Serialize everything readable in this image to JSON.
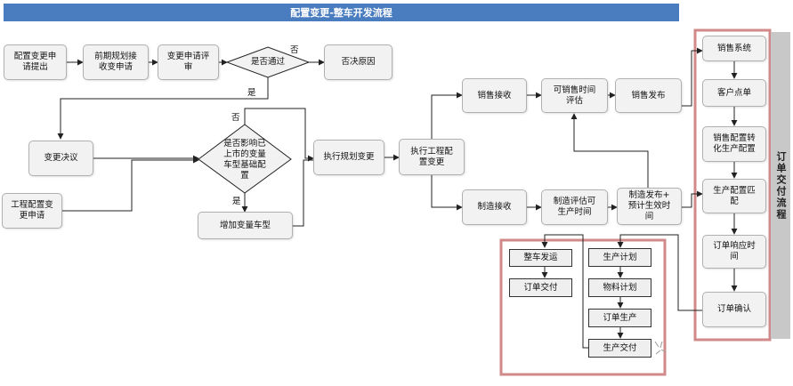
{
  "title": "配置变更-整车开发流程",
  "side_label": "订单交付流程",
  "colors": {
    "title_bg": "#4a7cc0",
    "frame": "#d08a8a",
    "side_bg": "#c8c8c8"
  },
  "nodes": {
    "config_request": "配置变更申\n请提出",
    "pre_plan_receive": "前期规划接\n收变申请",
    "change_review": "变更申请评\n审",
    "pass_check": "是否通过",
    "reject_reason": "否决原因",
    "change_decision": "变更决议",
    "eng_config_request": "工程配置变\n更申请",
    "affect_check": "是否影响已\n上市的变量\n车型基础配\n置",
    "add_variant": "增加变量车型",
    "exec_plan_change": "执行规划变更",
    "exec_eng_change": "执行工程配\n置变更",
    "sales_receive": "销售接收",
    "sellable_time": "可销售时间\n评估",
    "sales_release": "销售发布",
    "mfg_receive": "制造接收",
    "mfg_eval": "制造评估可\n生产时间",
    "mfg_release": "制造发布+\n预计生效时\n间",
    "vehicle_ship": "整车发运",
    "order_delivery": "订单交付",
    "prod_plan": "生产计划",
    "material_plan": "物料计划",
    "order_production": "订单生产",
    "prod_delivery": "生产交付",
    "sales_system": "销售系统",
    "customer_order": "客户点单",
    "sales_config_convert": "销售配置转\n化生产配置",
    "prod_config_match": "生产配置匹\n配",
    "order_response_time": "订单响应时\n间",
    "order_confirm": "订单确认"
  },
  "labels": {
    "no_1": "否",
    "yes_1": "是",
    "no_2": "否",
    "yes_2": "是"
  }
}
